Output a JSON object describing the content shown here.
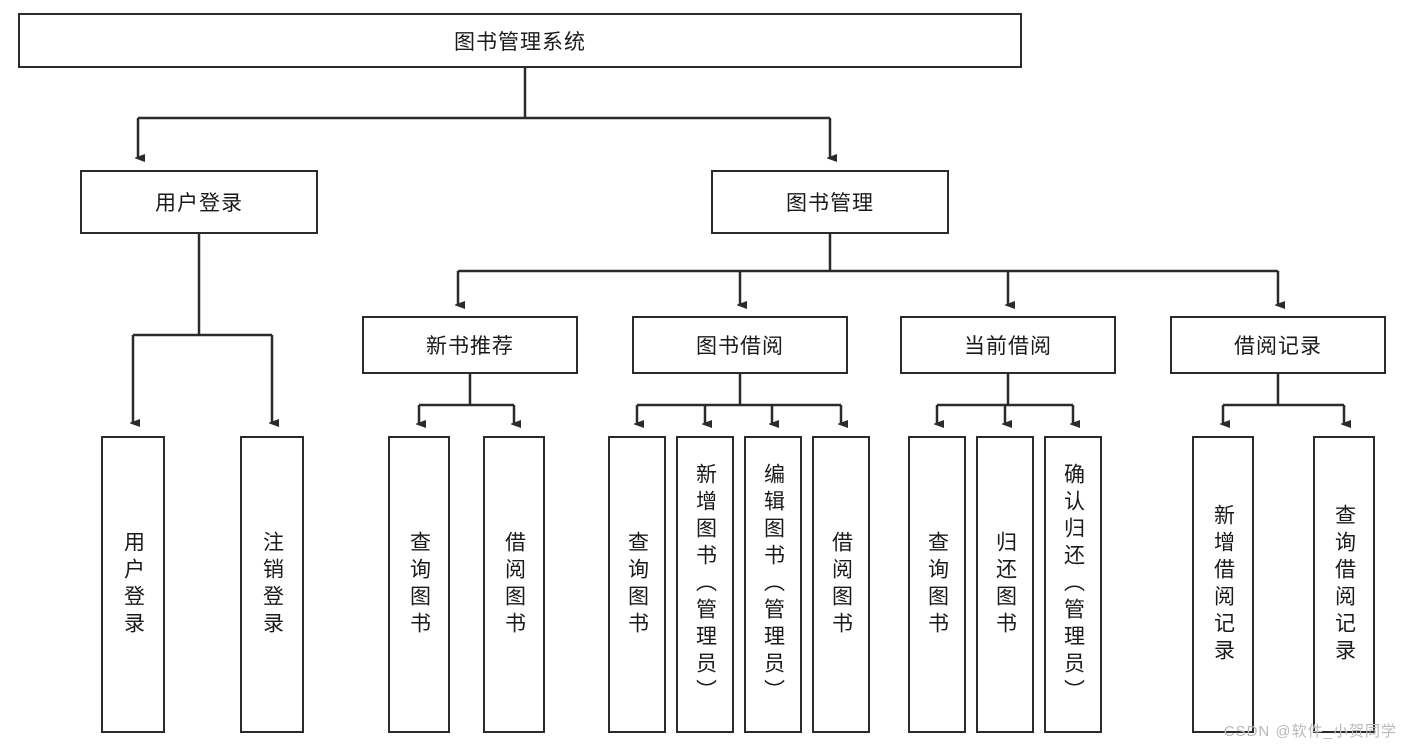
{
  "diagram": {
    "type": "tree-hierarchy-diagram",
    "title": "图书管理系统",
    "style": {
      "box_border_color": "#2b2b2b",
      "box_fill_color": "#ffffff",
      "line_color": "#2b2b2b",
      "text_color": "#1a1a1a",
      "watermark_color": "#b9b9b9"
    },
    "root": {
      "label": "图书管理系统"
    },
    "level2": [
      {
        "id": "user-login",
        "label": "用户登录"
      },
      {
        "id": "book-manage",
        "label": "图书管理"
      }
    ],
    "level3": [
      {
        "id": "new-book-rec",
        "label": "新书推荐"
      },
      {
        "id": "book-borrow",
        "label": "图书借阅"
      },
      {
        "id": "current-borrow",
        "label": "当前借阅"
      },
      {
        "id": "borrow-record",
        "label": "借阅记录"
      }
    ],
    "leaves": {
      "user_login": [
        {
          "id": "leaf-user-login",
          "label": "用户登录"
        },
        {
          "id": "leaf-logout",
          "label": "注销登录"
        }
      ],
      "new_book_rec": [
        {
          "id": "leaf-query-book-1",
          "label": "查询图书"
        },
        {
          "id": "leaf-borrow-book-1",
          "label": "借阅图书"
        }
      ],
      "book_borrow": [
        {
          "id": "leaf-query-book-2",
          "label": "查询图书"
        },
        {
          "id": "leaf-add-book",
          "label": "新增图书（管理员）"
        },
        {
          "id": "leaf-edit-book",
          "label": "编辑图书（管理员）"
        },
        {
          "id": "leaf-borrow-book-2",
          "label": "借阅图书"
        }
      ],
      "current_borrow": [
        {
          "id": "leaf-query-book-3",
          "label": "查询图书"
        },
        {
          "id": "leaf-return-book",
          "label": "归还图书"
        },
        {
          "id": "leaf-confirm-return",
          "label": "确认归还（管理员）"
        }
      ],
      "borrow_record": [
        {
          "id": "leaf-add-record",
          "label": "新增借阅记录"
        },
        {
          "id": "leaf-query-record",
          "label": "查询借阅记录"
        }
      ]
    },
    "watermark": "CSDN @软件_小贺同学"
  }
}
